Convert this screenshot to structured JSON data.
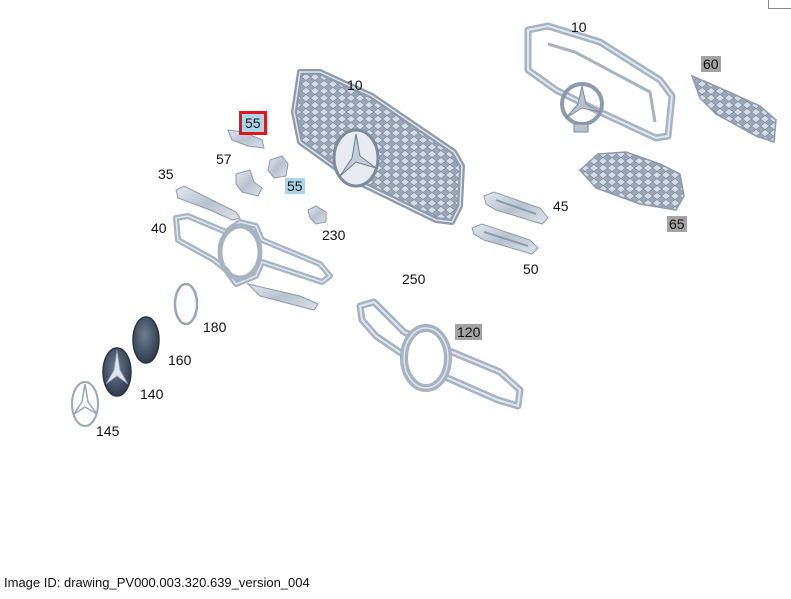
{
  "callouts": {
    "c10_top": "10",
    "c10_main": "10",
    "c60": "60",
    "c55_selected": "55",
    "c57": "57",
    "c55_second": "55",
    "c35": "35",
    "c40": "40",
    "c230": "230",
    "c45": "45",
    "c50": "50",
    "c65": "65",
    "c250": "250",
    "c120": "120",
    "c180": "180",
    "c160": "160",
    "c140": "140",
    "c145": "145"
  },
  "footer": {
    "image_id": "Image ID: drawing_PV000.003.320.639_version_004"
  },
  "colors": {
    "part_fill": "#c3ccd8",
    "part_stroke": "#8e9aab",
    "badge_blue": "#a9d6ea",
    "badge_gray": "#a3a3a3",
    "selection_red": "#e3141b",
    "emblem_dark": "#3c4a5e"
  }
}
